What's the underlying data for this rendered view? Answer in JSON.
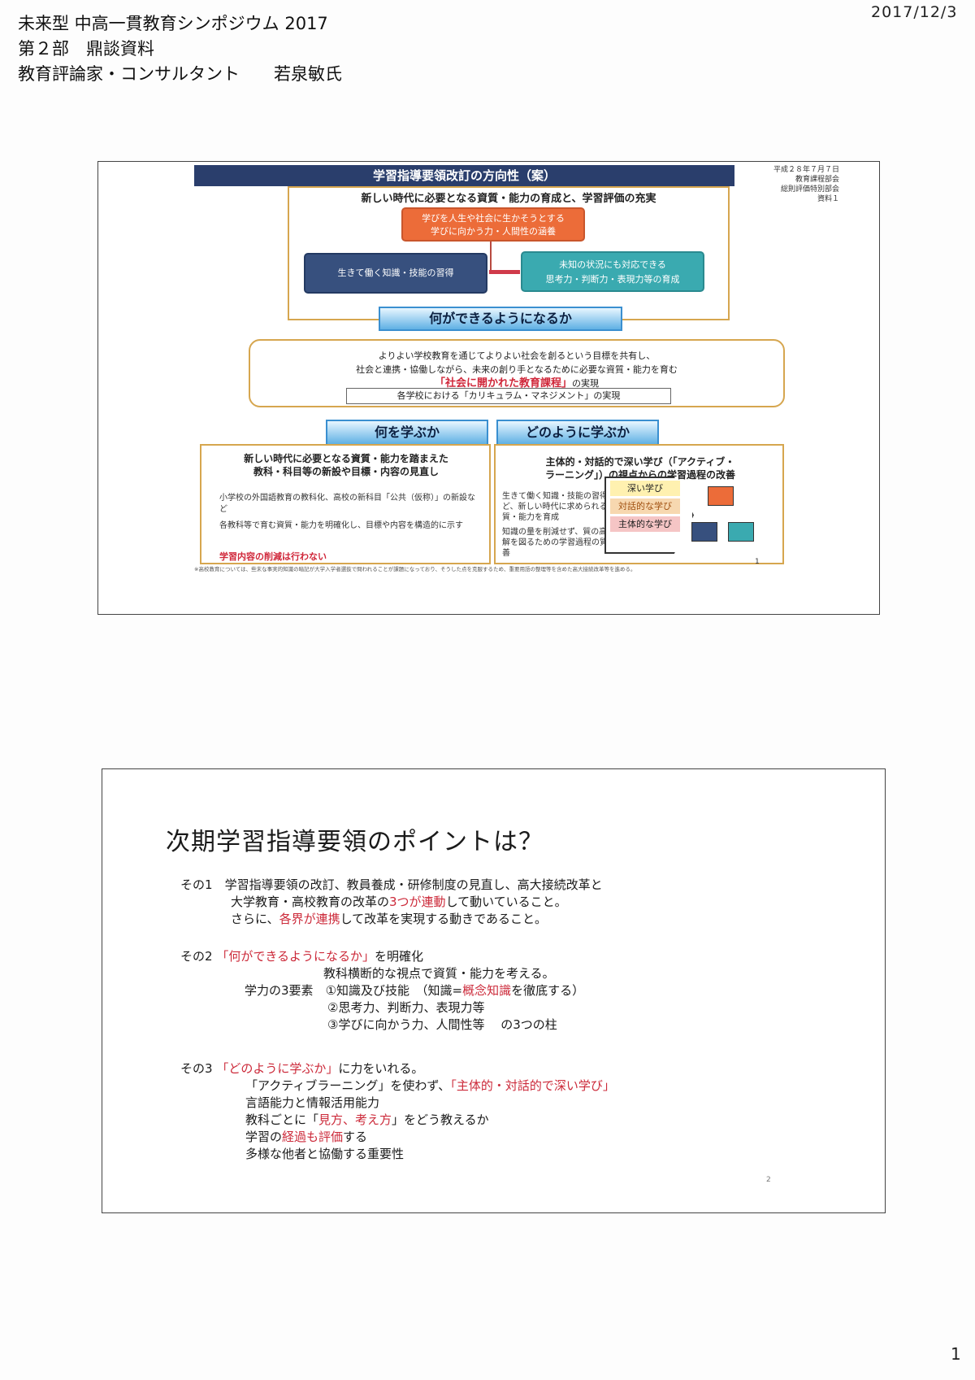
{
  "header": {
    "line1": "未来型 中高一貫教育シンポジウム 2017",
    "line2": "第２部　鼎談資料",
    "line3": "教育評論家・コンサルタント　　若泉敏氏",
    "date": "2017/12/3"
  },
  "slide1": {
    "title": "学習指導要領改訂の方向性（案）",
    "meta": [
      "平成２８年７月７日",
      "教育課程部会",
      "総則評価特別部会",
      "資料１"
    ],
    "top_head": "新しい時代に必要となる資質・能力の育成と、学習評価の充実",
    "orange_box": [
      "学びを人生や社会に生かそうとする",
      "学びに向かう力・人間性の涵養"
    ],
    "navy_box": "生きて働く知識・技能の習得",
    "teal_box": [
      "未知の状況にも対応できる",
      "思考力・判断力・表現力等の育成"
    ],
    "banner1": "何ができるようになるか",
    "mid_lines": [
      "よりよい学校教育を通じてよりよい社会を創るという目標を共有し、",
      "社会と連携・協働しながら、未来の創り手となるために必要な資質・能力を育む"
    ],
    "mid_red": "「社会に開かれた教育課程」",
    "mid_red_suffix": "の実現",
    "mid_sub": "各学校における「カリキュラム・マネジメント」の実現",
    "banner2": "何を学ぶか",
    "banner3": "どのように学ぶか",
    "left_head": [
      "新しい時代に必要となる資質・能力を踏まえた",
      "教科・科目等の新設や目標・内容の見直し"
    ],
    "left_body": [
      "小学校の外国語教育の教科化、高校の新科目「公共（仮称）」の新設など",
      "各教科等で育む資質・能力を明確化し、目標や内容を構造的に示す"
    ],
    "left_red": "学習内容の削減は行わない",
    "right_head": [
      "主体的・対話的で深い学び（「アクティブ・",
      "ラーニング」）の視点からの学習過程の改善"
    ],
    "right_body1": "生きて働く知識・技能の習得など、新しい時代に求められる資質・能力を育成",
    "right_body2": "知識の量を削減せず、質の高い理解を図るための学習過程の質的改善",
    "tags": [
      "深い学び",
      "対話的な学び",
      "主体的な学び"
    ],
    "note": "※高校教育については、些末な事実的知識の暗記が大学入学者選抜で問われることが課題になっており、そうした点を克服するため、重要用語の整理等を含めた高大接続改革等を進める。",
    "page": "1",
    "colors": {
      "orange": "#ec6c39",
      "navy": "#37507e",
      "teal": "#3aaab0",
      "red": "#d0273a"
    }
  },
  "slide2": {
    "title": "次期学習指導要領のポイントは？",
    "p1": {
      "label": "その1",
      "line1": "学習指導要領の改訂、教員養成・研修制度の見直し、高大接続改革と",
      "line2_pre": "大学教育・高校教育の改革の",
      "line2_red": "3つが連動",
      "line2_post": "して動いていること。",
      "line3_pre": "さらに、",
      "line3_red": "各界が連携",
      "line3_post": "して改革を実現する動きであること。"
    },
    "p2": {
      "label": "その2",
      "red": "「何ができるようになるか」",
      "post": "を明確化",
      "line2": "教科横断的な視点で資質・能力を考える。",
      "sub_label": "学力の3要素",
      "item1": "①知識及び技能　（知識=",
      "item1_red": "概念知識",
      "item1_post": "を徹底する）",
      "item2": "②思考力、判断力、表現力等",
      "item3": "③学びに向かう力、人間性等　 の3つの柱"
    },
    "p3": {
      "label": "その3",
      "red": "「どのように学ぶか」",
      "post": "に力をいれる。",
      "line2_pre": "「アクティブラーニング」を使わず、",
      "line2_red": "「主体的・対話的で深い学び」",
      "line3": "言語能力と情報活用能力",
      "line4_pre": "教科ごとに「",
      "line4_red": "見方、考え方",
      "line4_post": "」をどう教えるか",
      "line5_pre": "学習の",
      "line5_red": "経過も評価",
      "line5_post": "する",
      "line6": "多様な他者と協働する重要性"
    },
    "page": "2"
  },
  "page_number": "1"
}
